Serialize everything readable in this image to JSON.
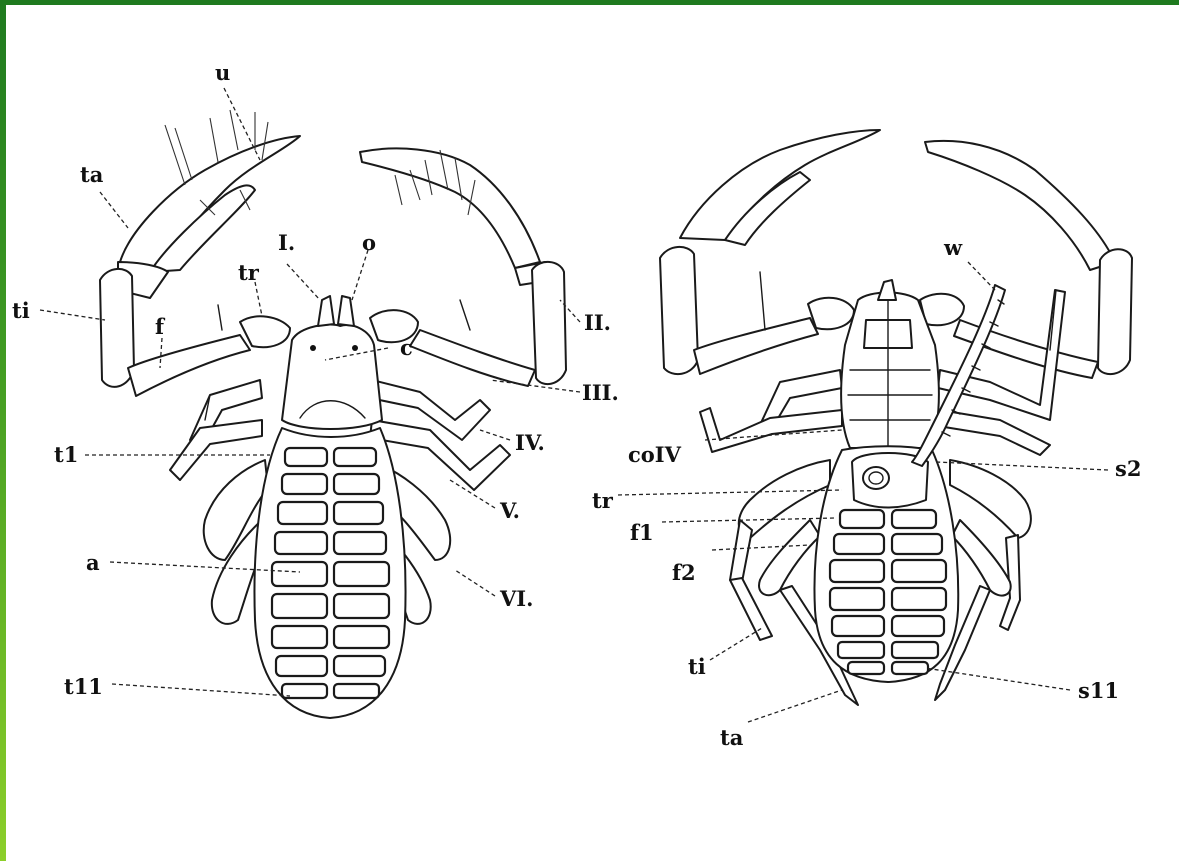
{
  "labels": {
    "u": "u",
    "ta_left": "ta",
    "ti_left": "ti",
    "f": "f",
    "tr_left": "tr",
    "I": "I.",
    "o": "o",
    "c": "c",
    "II": "II.",
    "III": "III.",
    "IV": "IV.",
    "V": "V.",
    "VI": "VI.",
    "t1": "t1",
    "a": "a",
    "t11": "t11",
    "w": "w",
    "coIV": "coIV",
    "s2": "s2",
    "tr_right": "tr",
    "f1": "f1",
    "f2": "f2",
    "ti_right": "ti",
    "s11": "s11",
    "ta_right": "ta"
  },
  "colors": {
    "frame_top": "#1f7a1f",
    "frame_left_gradient_end": "#8ccf2a",
    "ink": "#1a1a1a"
  }
}
